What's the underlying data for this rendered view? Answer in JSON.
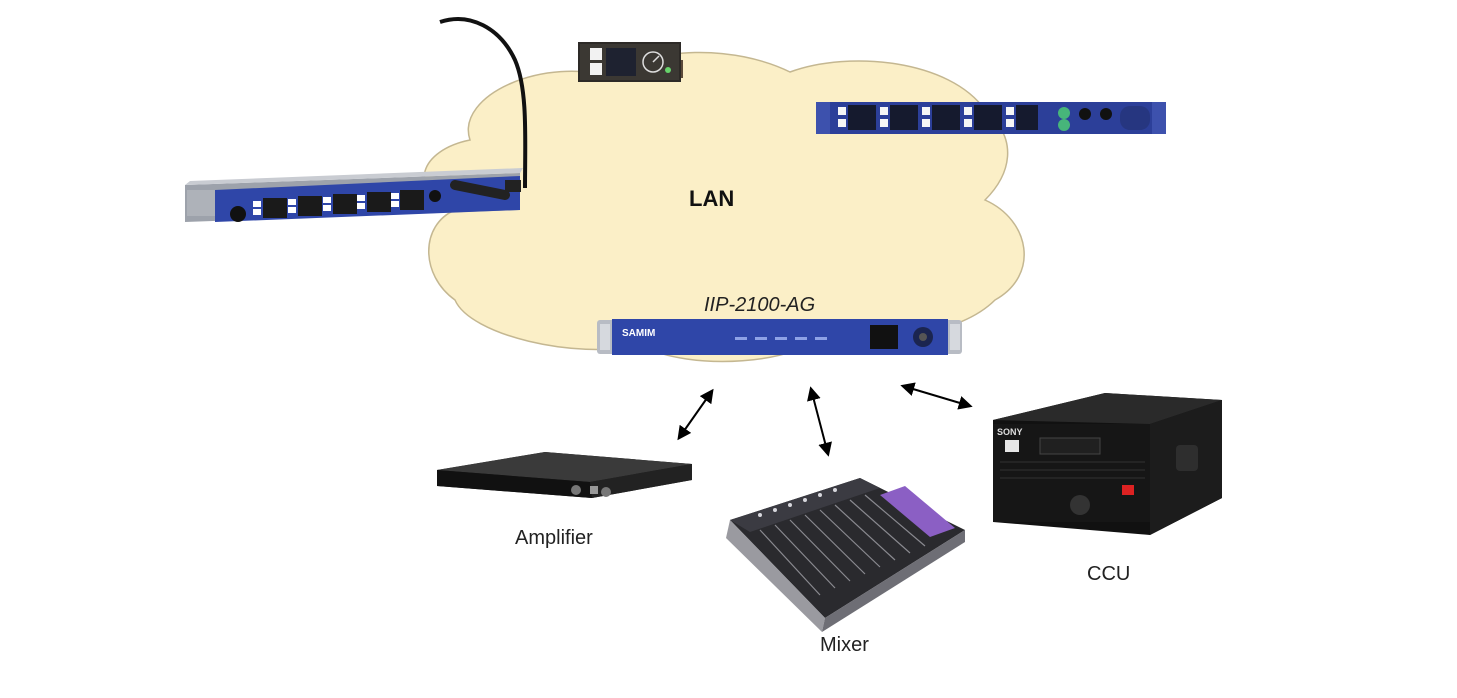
{
  "diagram": {
    "network_label": "LAN",
    "gateway_model": "IIP-2100-AG",
    "gateway_brand": "SAMIM",
    "ccu_brand": "SONY",
    "devices": [
      {
        "label": "Amplifier"
      },
      {
        "label": "Mixer"
      },
      {
        "label": "CCU"
      }
    ],
    "colors": {
      "cloud_fill": "#fbefc7",
      "cloud_stroke": "#c4b791",
      "panel_blue": "#2f46a8",
      "rack_silver": "#b8bcc4",
      "arrow": "#000000"
    }
  }
}
